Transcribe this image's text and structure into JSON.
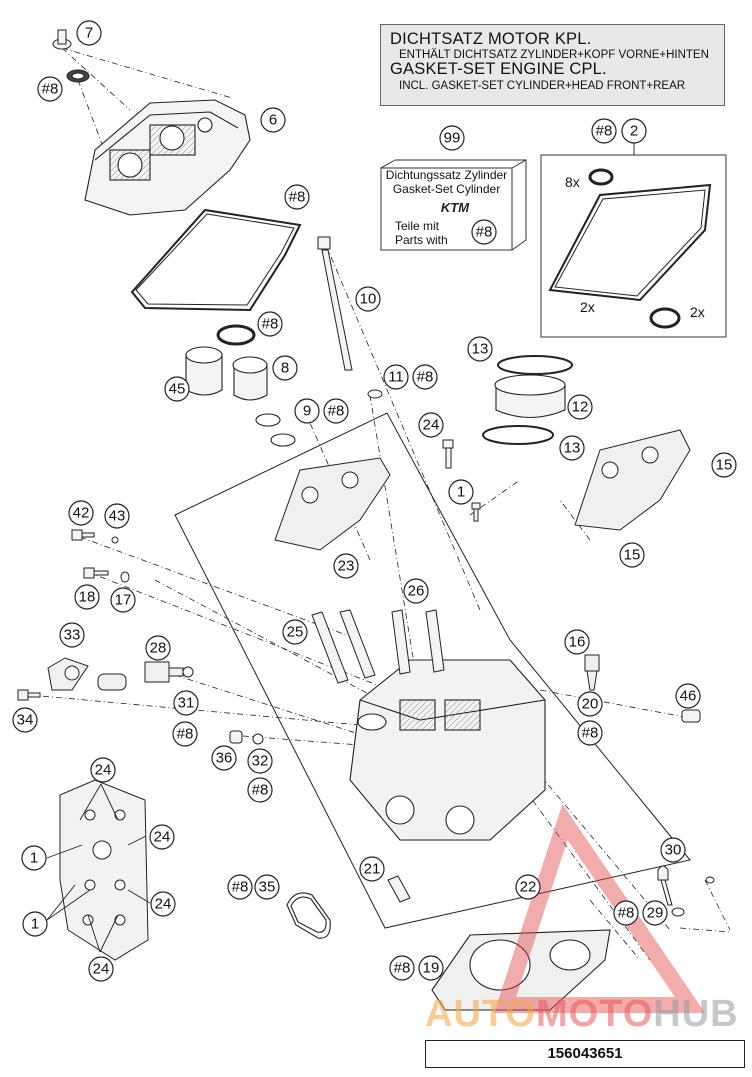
{
  "title": {
    "line1_de": "DICHTSATZ MOTOR KPL.",
    "line2_de": "ENTHÄLT DICHTSATZ ZYLINDER+KOPF VORNE+HINTEN",
    "line1_en": "GASKET-SET ENGINE CPL.",
    "line2_en": "INCL. GASKET-SET CYLINDER+HEAD FRONT+REAR"
  },
  "kit_box": {
    "line1": "Dichtungssatz Zylinder",
    "line2": "Gasket-Set Cylinder",
    "brand": "KTM",
    "line3": "Teile mit",
    "line4": "Parts with",
    "marker": "#8"
  },
  "quantities": {
    "q8x": "8x",
    "q2x_a": "2x",
    "q2x_b": "2x"
  },
  "labels": {
    "l7": "7",
    "m8a": "#8",
    "l6": "6",
    "m8b": "#8",
    "l99": "99",
    "m8c": "#8",
    "l2": "2",
    "l10": "10",
    "m8d": "#8",
    "l8": "8",
    "l45": "45",
    "l13a": "13",
    "l11": "11",
    "m8e": "#8",
    "l12": "12",
    "l9": "9",
    "m8f": "#8",
    "l24a": "24",
    "l13b": "13",
    "l15a": "15",
    "l1a": "1",
    "l42": "42",
    "l43": "43",
    "l23": "23",
    "l15b": "15",
    "l26": "26",
    "l18": "18",
    "l17": "17",
    "l33": "33",
    "l25": "25",
    "l16": "16",
    "l28": "28",
    "l46": "46",
    "l34": "34",
    "l31": "31",
    "l20": "20",
    "m8g": "#8",
    "m8h": "#8",
    "l36": "36",
    "l32": "32",
    "m8i": "#8",
    "l24b": "24",
    "l24c": "24",
    "l1b": "1",
    "l30": "30",
    "l21": "21",
    "l22": "22",
    "m8j": "#8",
    "l35": "35",
    "l24d": "24",
    "l1c": "1",
    "m8k": "#8",
    "l29": "29",
    "l24e": "24",
    "m8l": "#8",
    "l19": "19"
  },
  "watermark": {
    "part1": "AUTO",
    "part2": "MOTO",
    "part3": "HUB"
  },
  "doc_number": "156043651"
}
